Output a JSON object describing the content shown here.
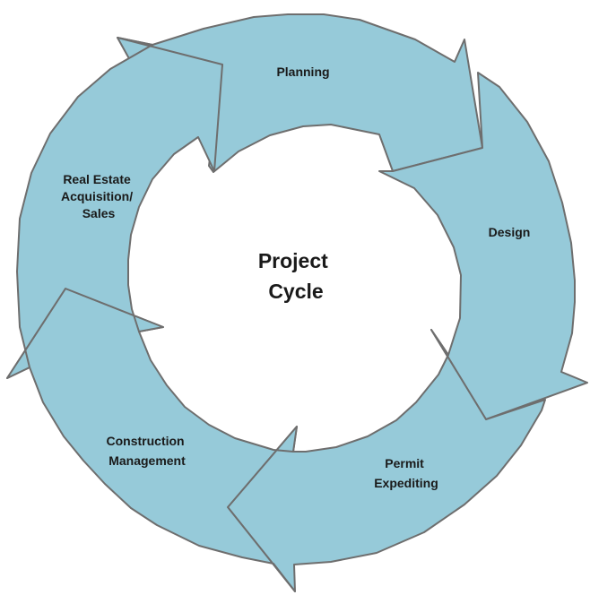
{
  "diagram": {
    "center_title": [
      "Project",
      "Cycle"
    ],
    "stages": [
      {
        "id": "planning",
        "lines": [
          "Planning"
        ]
      },
      {
        "id": "design",
        "lines": [
          "Design"
        ]
      },
      {
        "id": "permit-expediting",
        "lines": [
          "Permit",
          "Expediting"
        ]
      },
      {
        "id": "construction-management",
        "lines": [
          "Construction",
          "Management"
        ]
      },
      {
        "id": "real-estate-acquisition-sales",
        "lines": [
          "Real Estate",
          "Acquisition/",
          "Sales"
        ]
      }
    ]
  },
  "colors": {
    "arrow_fill": "#96CAD9",
    "arrow_stroke": "#6E6E6E",
    "text": "#1A1A1A",
    "background": "#FFFFFF"
  }
}
